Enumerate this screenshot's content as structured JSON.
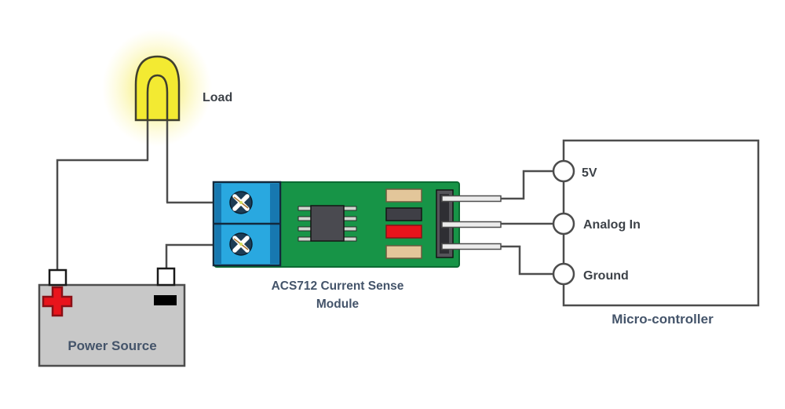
{
  "diagram": {
    "labels": {
      "load": "Load",
      "power_source": "Power Source",
      "module_name_line1": "ACS712 Current Sense",
      "module_name_line2": "Module",
      "mcu_pin_5v": "5V",
      "mcu_pin_analog_in": "Analog In",
      "mcu_pin_ground": "Ground",
      "microcontroller": "Micro-controller"
    },
    "colors": {
      "pcb_green": "#179447",
      "terminal_blue": "#29a8e0",
      "terminal_blue_dark": "#1778b0",
      "led_yellow": "#f3ea32",
      "battery_gray": "#c8c8c8",
      "component_red": "#e8141c",
      "component_tan": "#e3c69a",
      "component_dark": "#3f3f46",
      "pin_silver": "#ececec",
      "wire_gray": "#4d4d4d",
      "label_navy": "#44546a",
      "label_gray": "#3d4248"
    }
  }
}
